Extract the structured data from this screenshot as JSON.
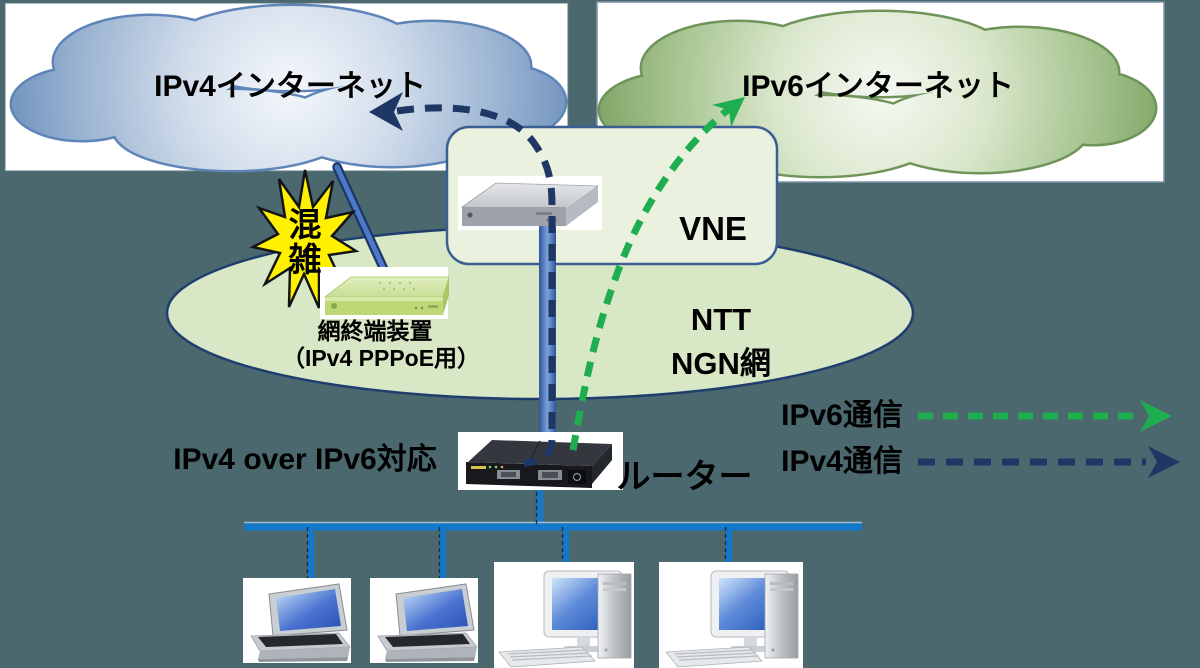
{
  "background_color": "#4A686E",
  "clouds": {
    "ipv4": {
      "label": "IPv4インターネット",
      "edge_color": "#5F85B8"
    },
    "ipv6": {
      "label": "IPv6インターネット",
      "edge_color": "#6F9459"
    }
  },
  "vne": {
    "label": "VNE"
  },
  "ngn": {
    "label_line1": "NTT",
    "label_line2": "NGN網"
  },
  "congestion": {
    "label": "混雑"
  },
  "network_terminator": {
    "name": "網終端装置",
    "note": "（IPv4 PPPoE用）"
  },
  "router": {
    "feature": "IPv4 over IPv6対応",
    "caption": "ルーター"
  },
  "legend": {
    "ipv6": {
      "label": "IPv6通信",
      "color": "#1EAD4F"
    },
    "ipv4": {
      "label": "IPv4通信",
      "color": "#1E3765"
    }
  },
  "lan": {
    "laptop_count": 2,
    "desktop_count": 2,
    "bus_color": "#1278CC"
  }
}
